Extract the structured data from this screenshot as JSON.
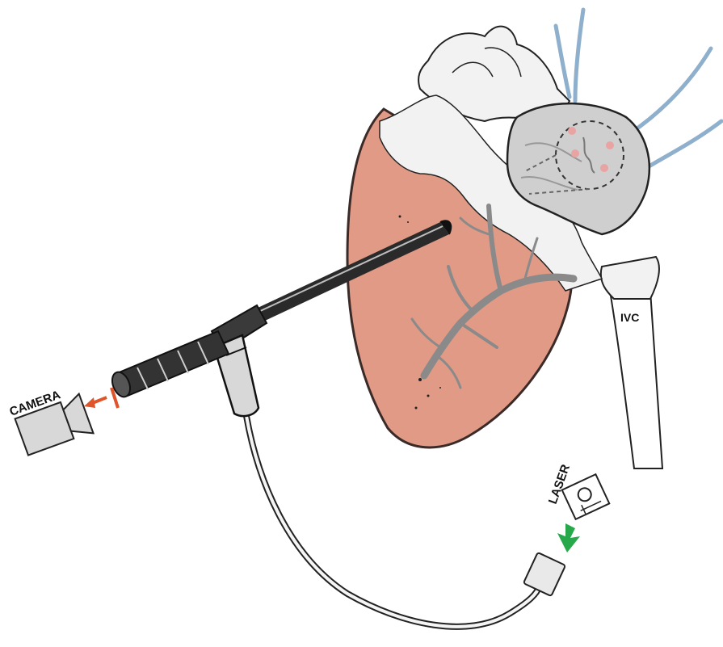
{
  "labels": {
    "camera": "CAMERA",
    "ivc": "IVC",
    "laser": "LASER"
  },
  "colors": {
    "heart_tissue": "#e09a86",
    "heart_outline": "#3a2a28",
    "fiber_vessel": "#8fb0cc",
    "camera_arrow": "#e0542a",
    "laser_arrow": "#27a84a",
    "scope_dark": "#1c1c1c",
    "atrium": "#cfcfcf",
    "target_dot": "#e9a3a3"
  },
  "icons": {
    "camera": "video-camera-icon",
    "laser": "laser-device-icon"
  }
}
